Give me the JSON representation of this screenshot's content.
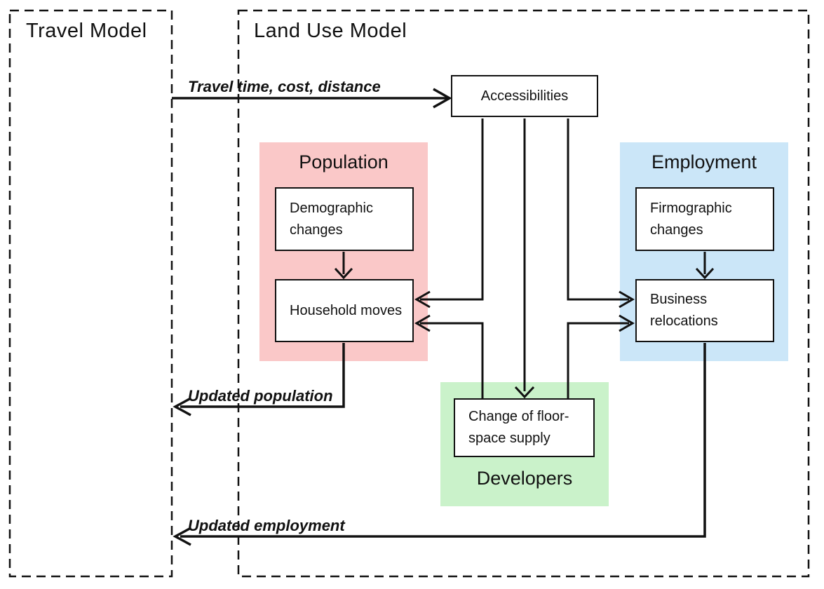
{
  "diagram": {
    "travel_model": {
      "title": "Travel Model"
    },
    "land_use_model": {
      "title": "Land Use Model"
    },
    "regions": {
      "population": {
        "title": "Population"
      },
      "employment": {
        "title": "Employment"
      },
      "developers": {
        "title": "Developers"
      }
    },
    "boxes": {
      "accessibilities": {
        "label": "Accessibilities"
      },
      "demographic_changes": {
        "label": "Demographic changes"
      },
      "household_moves": {
        "label": "Household moves"
      },
      "firmographic_changes": {
        "label": "Firmographic changes"
      },
      "business_relocations": {
        "label": "Business relocations"
      },
      "floorspace_supply": {
        "label": "Change of floor-space supply"
      }
    },
    "flows": {
      "travel_time": {
        "label": "Travel time, cost, distance"
      },
      "updated_population": {
        "label": "Updated population"
      },
      "updated_employment": {
        "label": "Updated employment"
      }
    },
    "colors": {
      "population_fill": "#fac8c8",
      "employment_fill": "#cbe6f8",
      "developers_fill": "#caf2ca",
      "line": "#111111"
    }
  }
}
